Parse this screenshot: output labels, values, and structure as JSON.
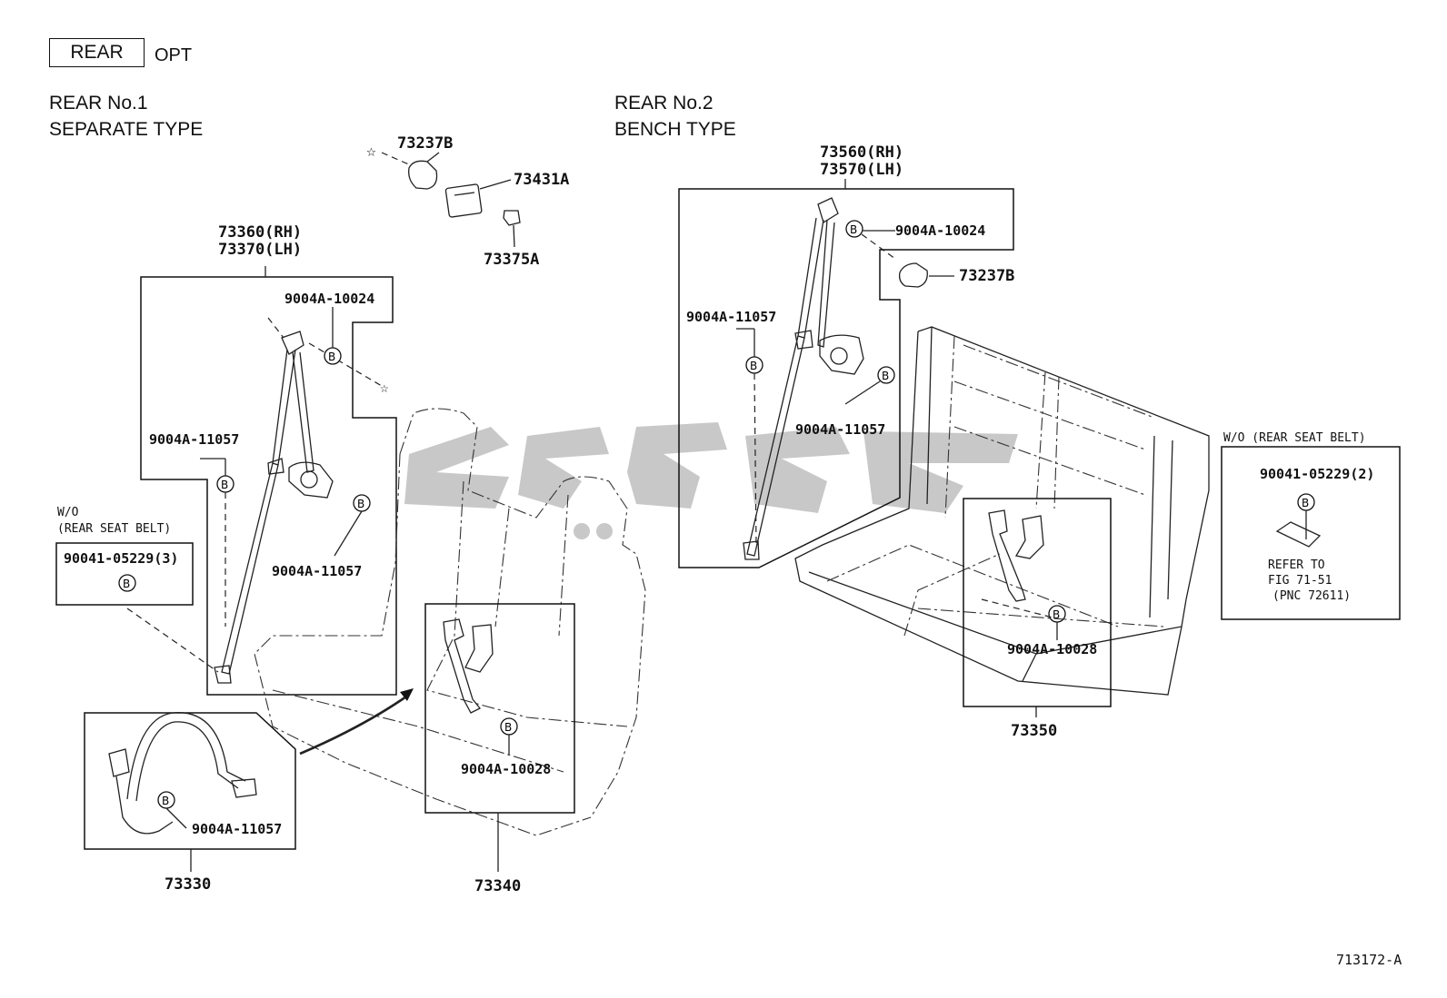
{
  "header": {
    "tag": "REAR",
    "opt": "OPT"
  },
  "sections": {
    "left_title_1": "REAR No.1",
    "left_title_2": "SEPARATE TYPE",
    "right_title_1": "REAR No.2",
    "right_title_2": "BENCH TYPE"
  },
  "parts": {
    "p73237b_top": "73237B",
    "p73431a": "73431A",
    "p73375a": "73375A",
    "p73360": "73360(RH)",
    "p73370": "73370(LH)",
    "p9004a10024_left": "9004A-10024",
    "p9004a11057_left1": "9004A-11057",
    "p9004a11057_left2": "9004A-11057",
    "p73330": "73330",
    "p9004a11057_73330": "9004A-11057",
    "p73340": "73340",
    "p9004a10028_left": "9004A-10028",
    "p73560": "73560(RH)",
    "p73570": "73570(LH)",
    "p9004a10024_right": "9004A-10024",
    "p73237b_right": "73237B",
    "p9004a11057_right1": "9004A-11057",
    "p9004a11057_right2": "9004A-11057",
    "p73350": "73350",
    "p9004a10028_right": "9004A-10028"
  },
  "wo_left": {
    "line1": "W/O",
    "line2": "(REAR SEAT BELT)",
    "part": "90041-05229(3)"
  },
  "wo_right": {
    "line1": "W/O (REAR SEAT BELT)",
    "part": "90041-05229(2)",
    "ref1": "REFER TO",
    "ref2": "FIG 71-51",
    "ref3": "(PNC 72611)"
  },
  "callout_letter": "B",
  "figure_id": "713172-A",
  "colors": {
    "ink": "#111111",
    "watermark": "#9a9a9a"
  }
}
